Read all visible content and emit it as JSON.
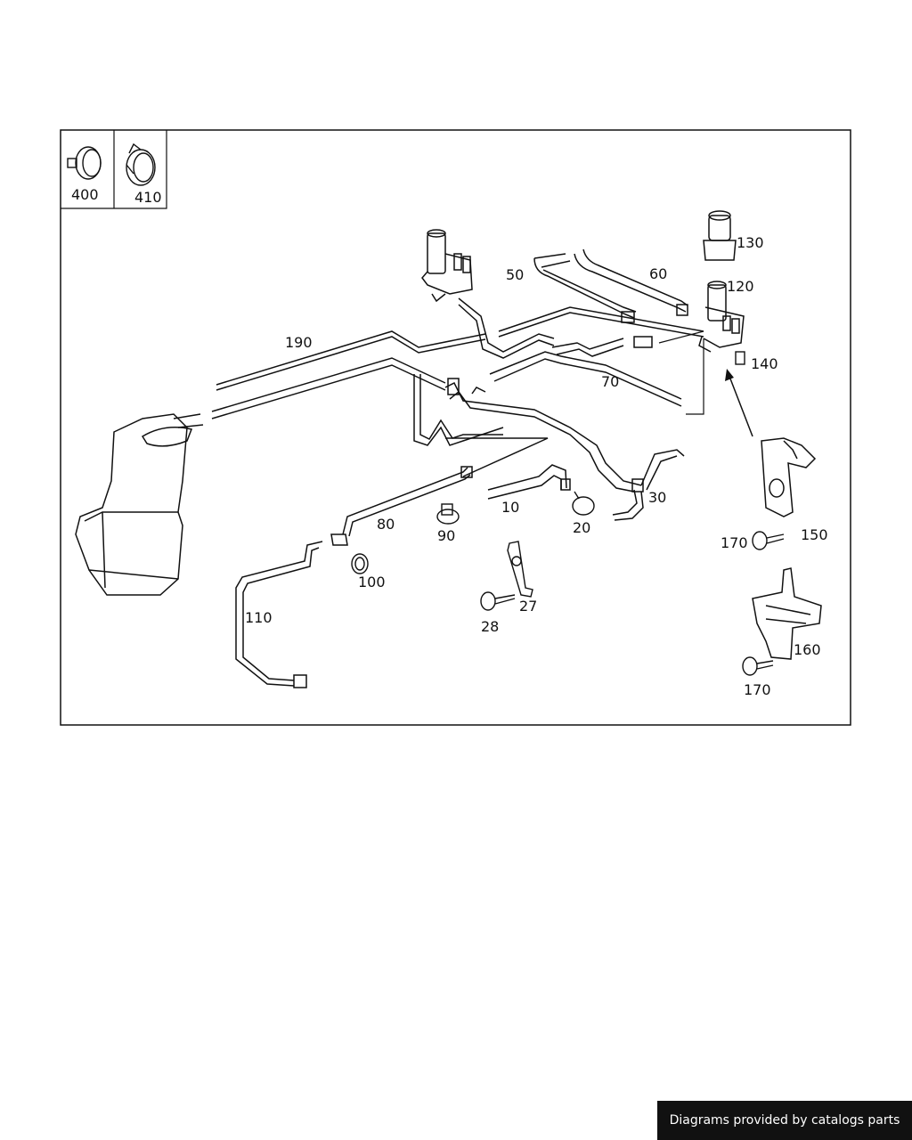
{
  "diagram": {
    "legend": [
      {
        "id": "clamp-400",
        "label": "400"
      },
      {
        "id": "clamp-410",
        "label": "410"
      }
    ],
    "callouts": {
      "c10": "10",
      "c20": "20",
      "c27": "27",
      "c28": "28",
      "c30": "30",
      "c50": "50",
      "c60": "60",
      "c70": "70",
      "c80": "80",
      "c90": "90",
      "c100": "100",
      "c110": "110",
      "c120": "120",
      "c130": "130",
      "c140": "140",
      "c150": "150",
      "c160": "160",
      "c170a": "170",
      "c170b": "170",
      "c190": "190"
    }
  },
  "footer": {
    "text": "Diagrams provided by catalogs parts"
  },
  "colors": {
    "line": "#111111",
    "background": "#ffffff",
    "footer_bg": "#111111",
    "footer_text": "#ffffff"
  }
}
